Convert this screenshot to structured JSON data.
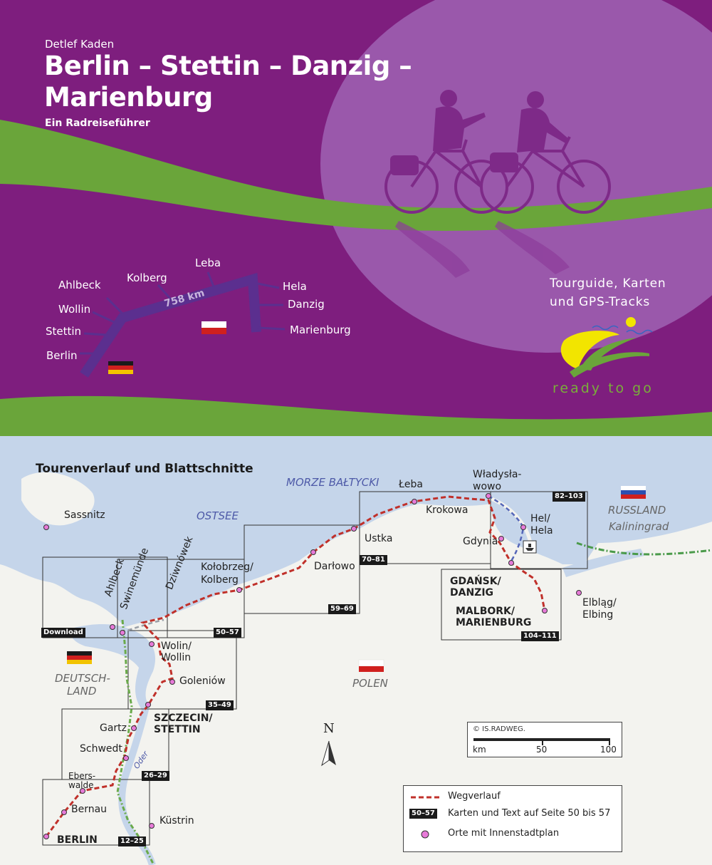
{
  "cover": {
    "author": "Detlef Kaden",
    "title_line1": "Berlin – Stettin – Danzig –",
    "title_line2": "Marienburg",
    "subtitle": "Ein Radreiseführer",
    "route_km": "758 km",
    "route_towns": {
      "berlin": "Berlin",
      "stettin": "Stettin",
      "wollin": "Wollin",
      "ahlbeck": "Ahlbeck",
      "kolberg": "Kolberg",
      "leba": "Leba",
      "hela": "Hela",
      "danzig": "Danzig",
      "marienburg": "Marienburg"
    },
    "tagline_line1": "Tourguide, Karten",
    "tagline_line2": "und GPS-Tracks",
    "brand": "ready to go",
    "colors": {
      "purple": "#7e1e7e",
      "lilac": "#a060b0",
      "green": "#6aa53a",
      "yellow": "#f2e500"
    }
  },
  "map": {
    "heading": "Tourenverlauf und Blattschnitte",
    "seas": {
      "morze": "MORZE BAŁTYCKI",
      "ostsee": "OSTSEE"
    },
    "countries": {
      "deutschland_1": "DEUTSCH-",
      "deutschland_2": "LAND",
      "polen": "POLEN",
      "russland": "RUSSLAND",
      "kaliningrad": "Kaliningrad"
    },
    "places": {
      "sassnitz": "Sassnitz",
      "ahlbeck": "Ahlbeck",
      "swinemuende": "Swinemünde",
      "dziwnowek": "Dziwnówek",
      "kolobrzeg_1": "Kołobrzeg/",
      "kolobrzeg_2": "Kolberg",
      "darlowo": "Darłowo",
      "ustka": "Ustka",
      "leba": "Łeba",
      "krokowa": "Krokowa",
      "wladyslawowo_1": "Władysła-",
      "wladyslawowo_2": "wowo",
      "hel_1": "Hel/",
      "hel_2": "Hela",
      "gdynia": "Gdynia",
      "gdansk_1": "GDAŃSK/",
      "gdansk_2": "DANZIG",
      "malbork_1": "MALBORK/",
      "malbork_2": "MARIENBURG",
      "elblag_1": "Elbląg/",
      "elblag_2": "Elbing",
      "wolin_1": "Wolin/",
      "wolin_2": "Wollin",
      "goleniow": "Goleniów",
      "szczecin_1": "SZCZECIN/",
      "szczecin_2": "STETTIN",
      "gartz": "Gartz",
      "schwedt": "Schwedt",
      "eberswalde_1": "Ebers-",
      "eberswalde_2": "walde",
      "bernau": "Bernau",
      "berlin": "BERLIN",
      "kuestrin": "Küstrin",
      "oder": "Oder"
    },
    "sheet_badges": {
      "download": "Download",
      "s50": "50–57",
      "s59": "59–69",
      "s70": "70–81",
      "s82": "82–103",
      "s104": "104–111",
      "s35": "35–49",
      "s26": "26–29",
      "s12": "12–25"
    },
    "north": "N",
    "scale": {
      "copyright": "© IS.RADWEG.",
      "unit": "km",
      "mid": "50",
      "max": "100"
    },
    "legend": {
      "route": "Wegverlauf",
      "sheet_sample": "50–57",
      "sheet_text": "Karten und Text auf Seite 50 bis 57",
      "city_text": "Orte mit Innenstadtplan"
    },
    "colors": {
      "water": "#c5d5ea",
      "land": "#f3f3ef",
      "route": "#c0302a",
      "ferry": "#5566b8",
      "city_dot": "#e77ad8"
    }
  }
}
